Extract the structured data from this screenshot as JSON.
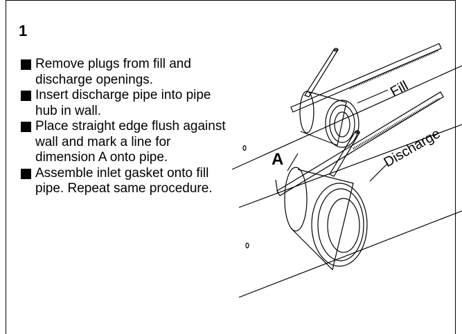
{
  "step_number": "1",
  "instructions": [
    "Remove plugs from fill and discharge openings.",
    "Insert discharge pipe into pipe hub in wall.",
    "Place straight edge flush against wall and mark a line for dimension A onto pipe.",
    "Assemble inlet gasket onto fill pipe. Repeat same procedure."
  ],
  "illustration_labels": {
    "fill": "Fill",
    "discharge": "Discharge",
    "dimension": "A"
  }
}
